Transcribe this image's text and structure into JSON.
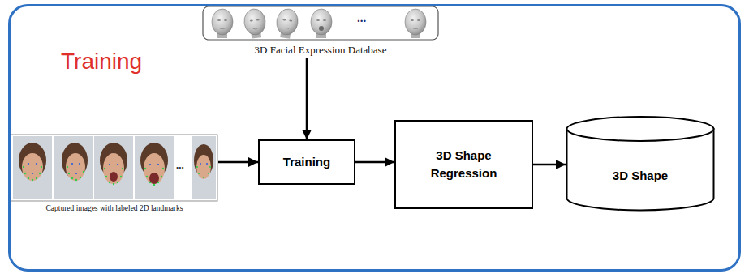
{
  "diagram": {
    "nodes": [
      {
        "text": [
          "Training"
        ]
      },
      {
        "text": [
          "3D Facial Expression Database"
        ],
        "in": 0
      },
      {
        "text": [
          "Captured images with labeled 2D landmarks"
        ],
        "in": 0
      },
      {
        "text": [
          "Training"
        ],
        "in": 0
      },
      {
        "text": [
          "3D Shape Regression"
        ],
        "in": 0
      },
      {
        "text": [
          "3D Shape"
        ],
        "in": 0
      }
    ],
    "edges": [
      {
        "from": 1,
        "to": 3,
        "arrow": "to"
      },
      {
        "from": 2,
        "to": 3,
        "arrow": "to"
      },
      {
        "from": 3,
        "to": 4,
        "arrow": "to"
      },
      {
        "from": 4,
        "to": 5,
        "arrow": "to"
      }
    ],
    "labels": [
      "...",
      "..."
    ]
  }
}
